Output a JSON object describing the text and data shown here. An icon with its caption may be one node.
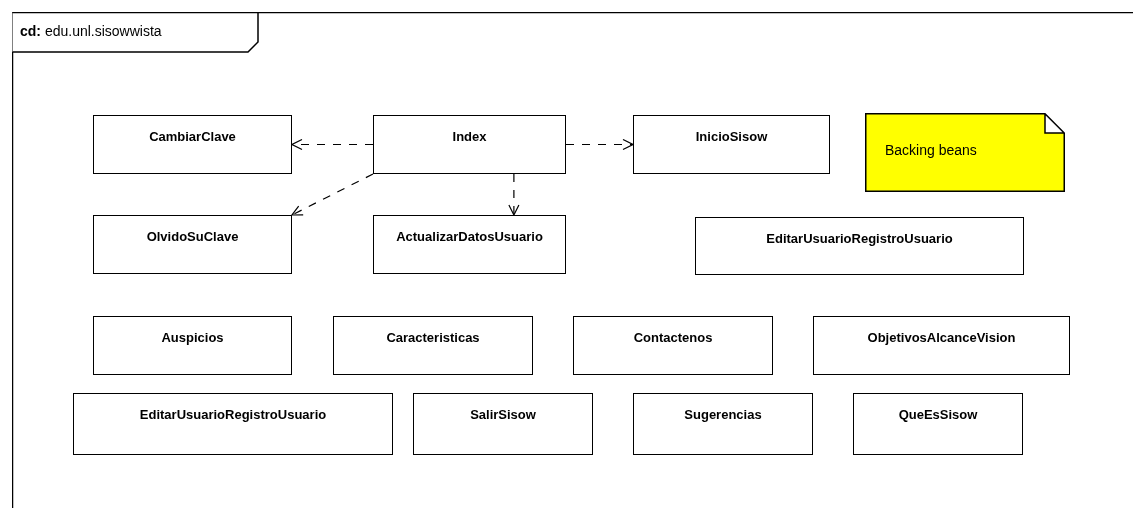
{
  "diagram": {
    "nodes": [
      {
        "text": [
          "**cd:** edu.unl.sisowwista"
        ]
      },
      {
        "text": [
          "CambiarClave"
        ],
        "in": 0
      },
      {
        "text": [
          "Index"
        ],
        "in": 0
      },
      {
        "text": [
          "InicioSisow"
        ],
        "in": 0
      },
      {
        "text": [
          "Backing beans"
        ],
        "in": 0
      },
      {
        "text": [
          "OlvidoSuClave"
        ],
        "in": 0
      },
      {
        "text": [
          "ActualizarDatosUsuario"
        ],
        "in": 0
      },
      {
        "text": [
          "EditarUsuarioRegistroUsuario"
        ],
        "in": 0
      },
      {
        "text": [
          "Auspicios"
        ],
        "in": 0
      },
      {
        "text": [
          "Caracteristicas"
        ],
        "in": 0
      },
      {
        "text": [
          "Contactenos"
        ],
        "in": 0
      },
      {
        "text": [
          "ObjetivosAlcanceVision"
        ],
        "in": 0
      },
      {
        "text": [
          "EditarUsuarioRegistroUsuario"
        ],
        "in": 0
      },
      {
        "text": [
          "SalirSisow"
        ],
        "in": 0
      },
      {
        "text": [
          "Sugerencias"
        ],
        "in": 0
      },
      {
        "text": [
          "QueEsSisow"
        ],
        "in": 0
      }
    ],
    "edges": [
      {
        "from": 2,
        "to": 1,
        "arrow": "to",
        "style": "dashed"
      },
      {
        "from": 2,
        "to": 3,
        "arrow": "to",
        "style": "dashed"
      },
      {
        "from": 2,
        "to": 5,
        "arrow": "to",
        "style": "dashed"
      },
      {
        "from": 2,
        "to": 6,
        "arrow": "to",
        "style": "dashed"
      }
    ]
  }
}
